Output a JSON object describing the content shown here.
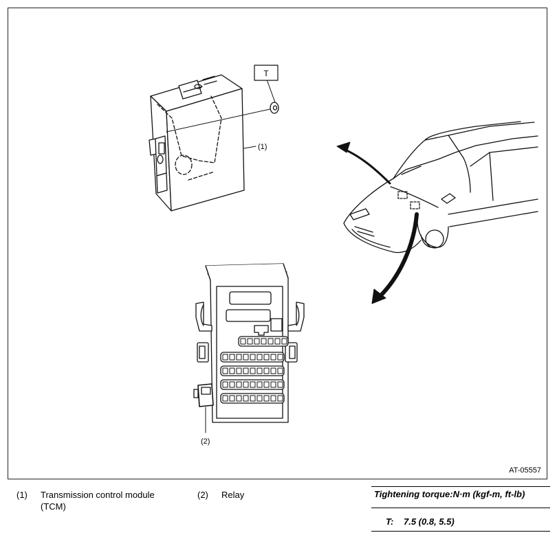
{
  "figure": {
    "figure_id": "AT-05557",
    "callouts": {
      "c1": "(1)",
      "c2": "(2)",
      "torque_box": "T"
    }
  },
  "legend": [
    {
      "num": "(1)",
      "text": "Transmission control module",
      "text2": "(TCM)"
    },
    {
      "num": "(2)",
      "text": "Relay"
    }
  ],
  "torque": {
    "heading": "Tightening torque:N·m (kgf-m, ft-lb)",
    "label": "T:",
    "value": "7.5 (0.8, 5.5)"
  }
}
